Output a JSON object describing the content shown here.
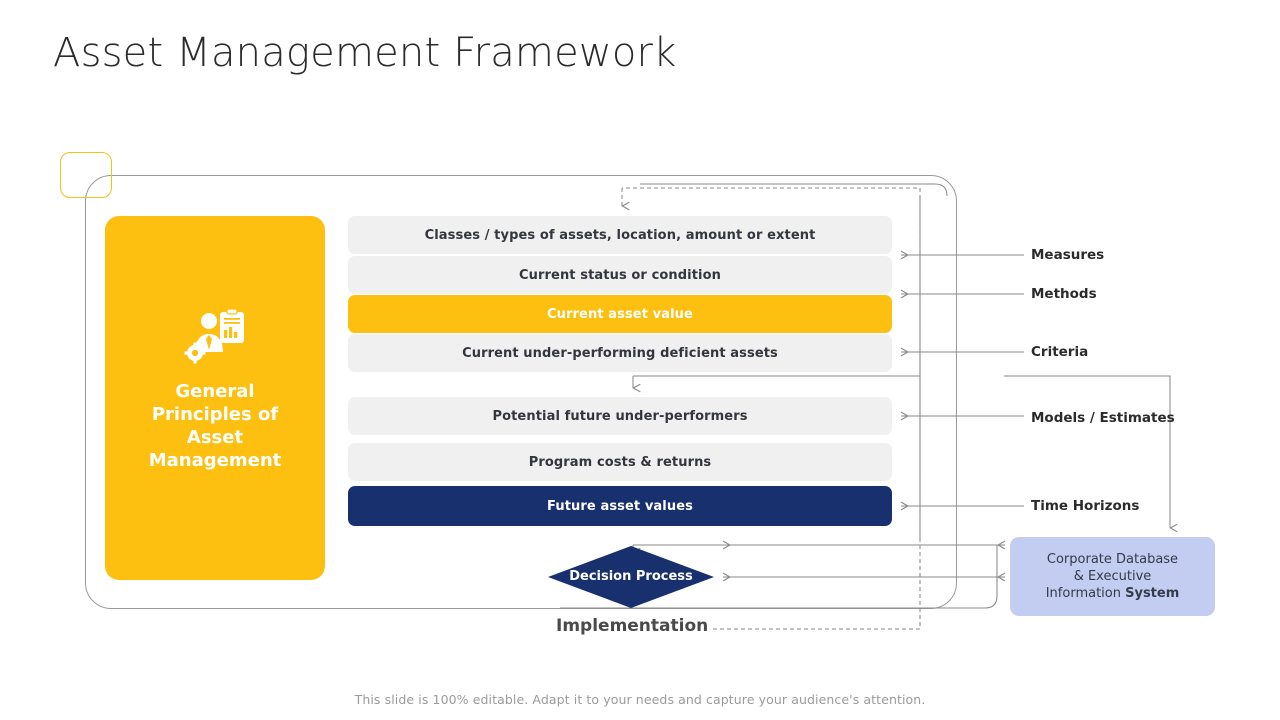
{
  "slide": {
    "title": "Asset Management Framework",
    "footer_note": "This slide is 100% editable. Adapt it to your needs and capture your audience's attention."
  },
  "principles_card": {
    "icon": "person-clipboard-gear-icon",
    "label": "General Principles of Asset Management",
    "color": "#FDC010"
  },
  "bars": [
    {
      "label": "Classes / types of assets, location, amount or extent",
      "style": "default"
    },
    {
      "label": "Current status or condition",
      "style": "default"
    },
    {
      "label": "Current asset value",
      "style": "accent-yellow"
    },
    {
      "label": "Current under-performing deficient assets",
      "style": "default"
    },
    {
      "label": "Potential future under-performers",
      "style": "default"
    },
    {
      "label": "Program costs  & returns",
      "style": "default"
    },
    {
      "label": "Future asset values",
      "style": "accent-navy"
    }
  ],
  "decision": {
    "label": "Decision Process",
    "color": "#19306F"
  },
  "implementation": {
    "label": "Implementation"
  },
  "side_labels": [
    {
      "label": "Measures"
    },
    {
      "label": "Methods"
    },
    {
      "label": "Criteria"
    },
    {
      "label": "Models / Estimates"
    },
    {
      "label": "Time Horizons"
    }
  ],
  "database": {
    "line1": "Corporate Database",
    "line2": "& Executive",
    "line3_prefix": "Information ",
    "line3_bold": "System",
    "color": "#C3CCF1"
  },
  "colors": {
    "yellow": "#FDC010",
    "navy": "#19306F",
    "bar_gray": "#F0F0F0",
    "lavender": "#C3CCF1",
    "connector": "#8a8a8a"
  }
}
